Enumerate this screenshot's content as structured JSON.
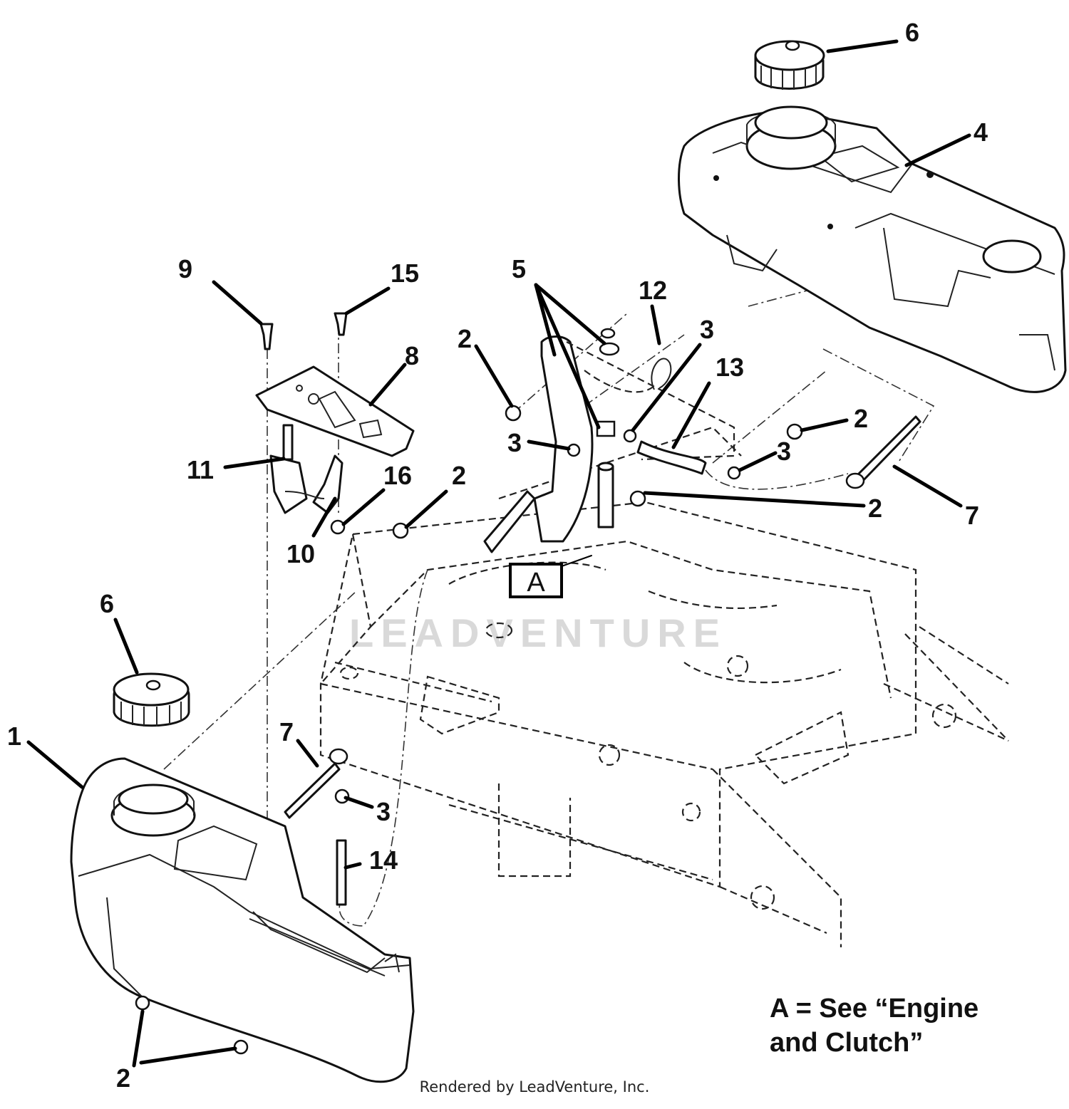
{
  "diagram": {
    "callouts": {
      "c1": "1",
      "c2a": "2",
      "c2b": "2",
      "c2c": "2",
      "c2d": "2",
      "c2e": "2",
      "c3a": "3",
      "c3b": "3",
      "c3c": "3",
      "c3d": "3",
      "c4": "4",
      "c5": "5",
      "c6a": "6",
      "c6b": "6",
      "c7a": "7",
      "c7b": "7",
      "c8": "8",
      "c9": "9",
      "c10": "10",
      "c11": "11",
      "c12": "12",
      "c13": "13",
      "c14": "14",
      "c15": "15",
      "c16": "16"
    },
    "reference_box": "A",
    "note_line1": "A = See “Engine",
    "note_line2": "and Clutch”",
    "credit": "Rendered by LeadVenture, Inc.",
    "watermark": "LEADVENTURE"
  }
}
